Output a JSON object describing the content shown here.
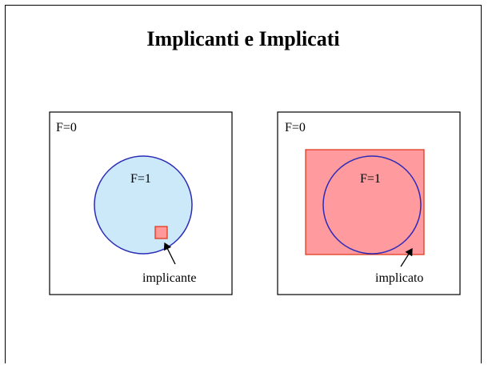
{
  "title": "Implicanti e Implicati",
  "left_panel": {
    "outer_label": "F=0",
    "inner_label": "F=1",
    "annotation": "implicante"
  },
  "right_panel": {
    "outer_label": "F=0",
    "inner_label": "F=1",
    "annotation": "implicato"
  },
  "colors": {
    "circle_stroke": "#2b2bb8",
    "circle_fill": "#cce9fa",
    "implicant_fill": "#ff9999",
    "implicant_stroke": "#e03010",
    "implicate_fill": "#ff9a9e",
    "implicate_stroke": "#e03010"
  }
}
